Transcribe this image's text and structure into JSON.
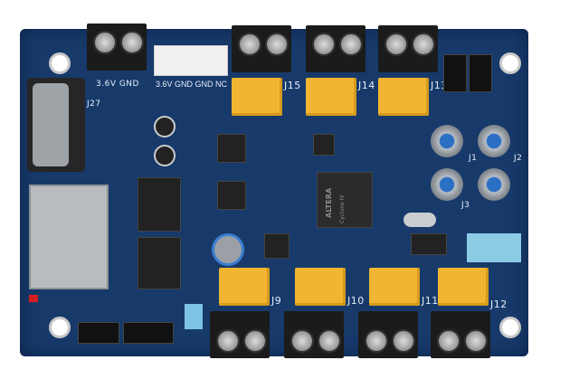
{
  "board": {
    "color": "#173a6b",
    "relay_color": "#f2b531",
    "fpga": {
      "brand": "ALTERA",
      "model": "Cyclone IV"
    },
    "labels": {
      "power_top_left": "3.6V GND",
      "power_header": "3.6V GND GND NC",
      "j27": "J27",
      "j15": "J15",
      "j14": "J14",
      "j13": "J13",
      "j9": "J9",
      "j10": "J10",
      "j11": "J11",
      "j12": "J12",
      "j1": "J1",
      "j2": "J2",
      "j3": "J3"
    }
  }
}
